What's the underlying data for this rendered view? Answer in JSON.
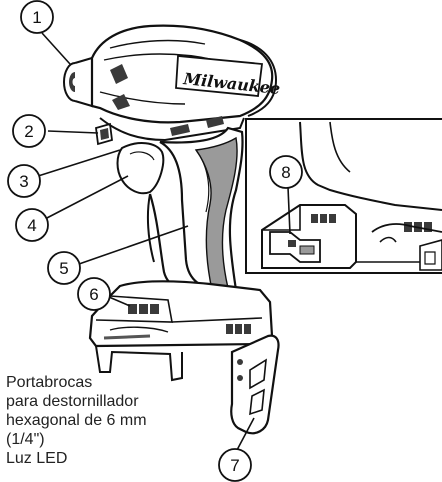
{
  "figure": {
    "brand_logo_text": "Milwaukee",
    "callouts": [
      "1",
      "2",
      "3",
      "4",
      "5",
      "6",
      "7",
      "8"
    ],
    "legend_lines": [
      "Portabrocas",
      "para destornillador",
      "hexagonal de 6 mm",
      "(1/4\")",
      "Luz LED"
    ],
    "colors": {
      "line": "#111111",
      "fill": "#ffffff",
      "shade": "#9a9a9a",
      "dark": "#3a3a3a"
    }
  }
}
